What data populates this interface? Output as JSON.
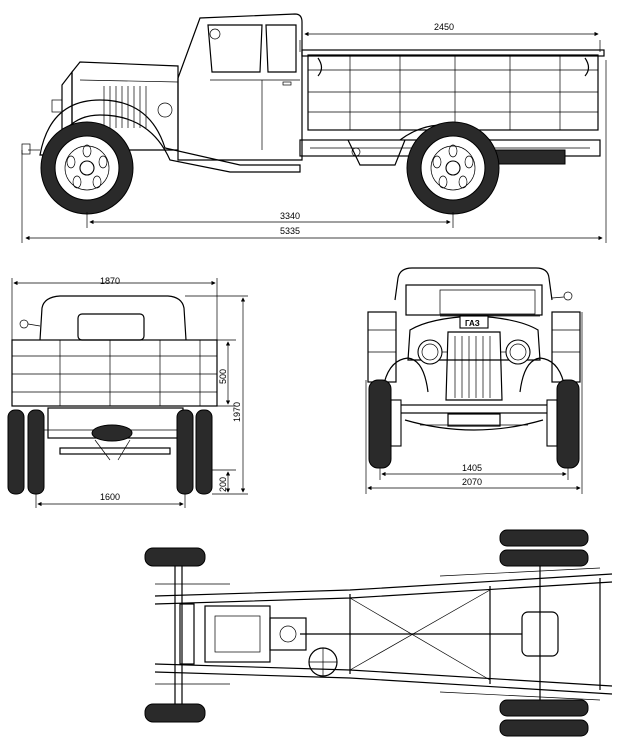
{
  "drawing": {
    "side_view": {
      "dim_cargo_bed_length": "2450",
      "dim_wheelbase": "3340",
      "dim_overall_length": "5335"
    },
    "rear_view": {
      "dim_overall_width_top": "1870",
      "dim_track_rear": "1600",
      "dim_bed_side_height": "500",
      "dim_overall_height": "1970",
      "dim_ground_clearance": "200"
    },
    "front_view": {
      "grille_badge": "ГАЗ",
      "dim_track_front": "1405",
      "dim_overall_width": "2070"
    }
  }
}
